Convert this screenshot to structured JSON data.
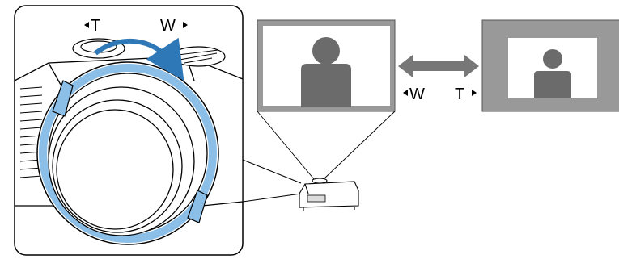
{
  "zoom_ring_panel": {
    "tele_label": "T",
    "wide_label": "W"
  },
  "projection": {
    "wide_label": "W",
    "tele_label": "T"
  },
  "colors": {
    "ring_blue": "#8bbfe8",
    "arrow_blue": "#2e78b8",
    "screen_gray": "#999999",
    "silhouette": "#6b6b6b",
    "double_arrow": "#777777"
  },
  "icons": [
    "zoom-direction-arrow-icon",
    "double-arrow-icon",
    "person-silhouette-icon",
    "projector-icon"
  ]
}
